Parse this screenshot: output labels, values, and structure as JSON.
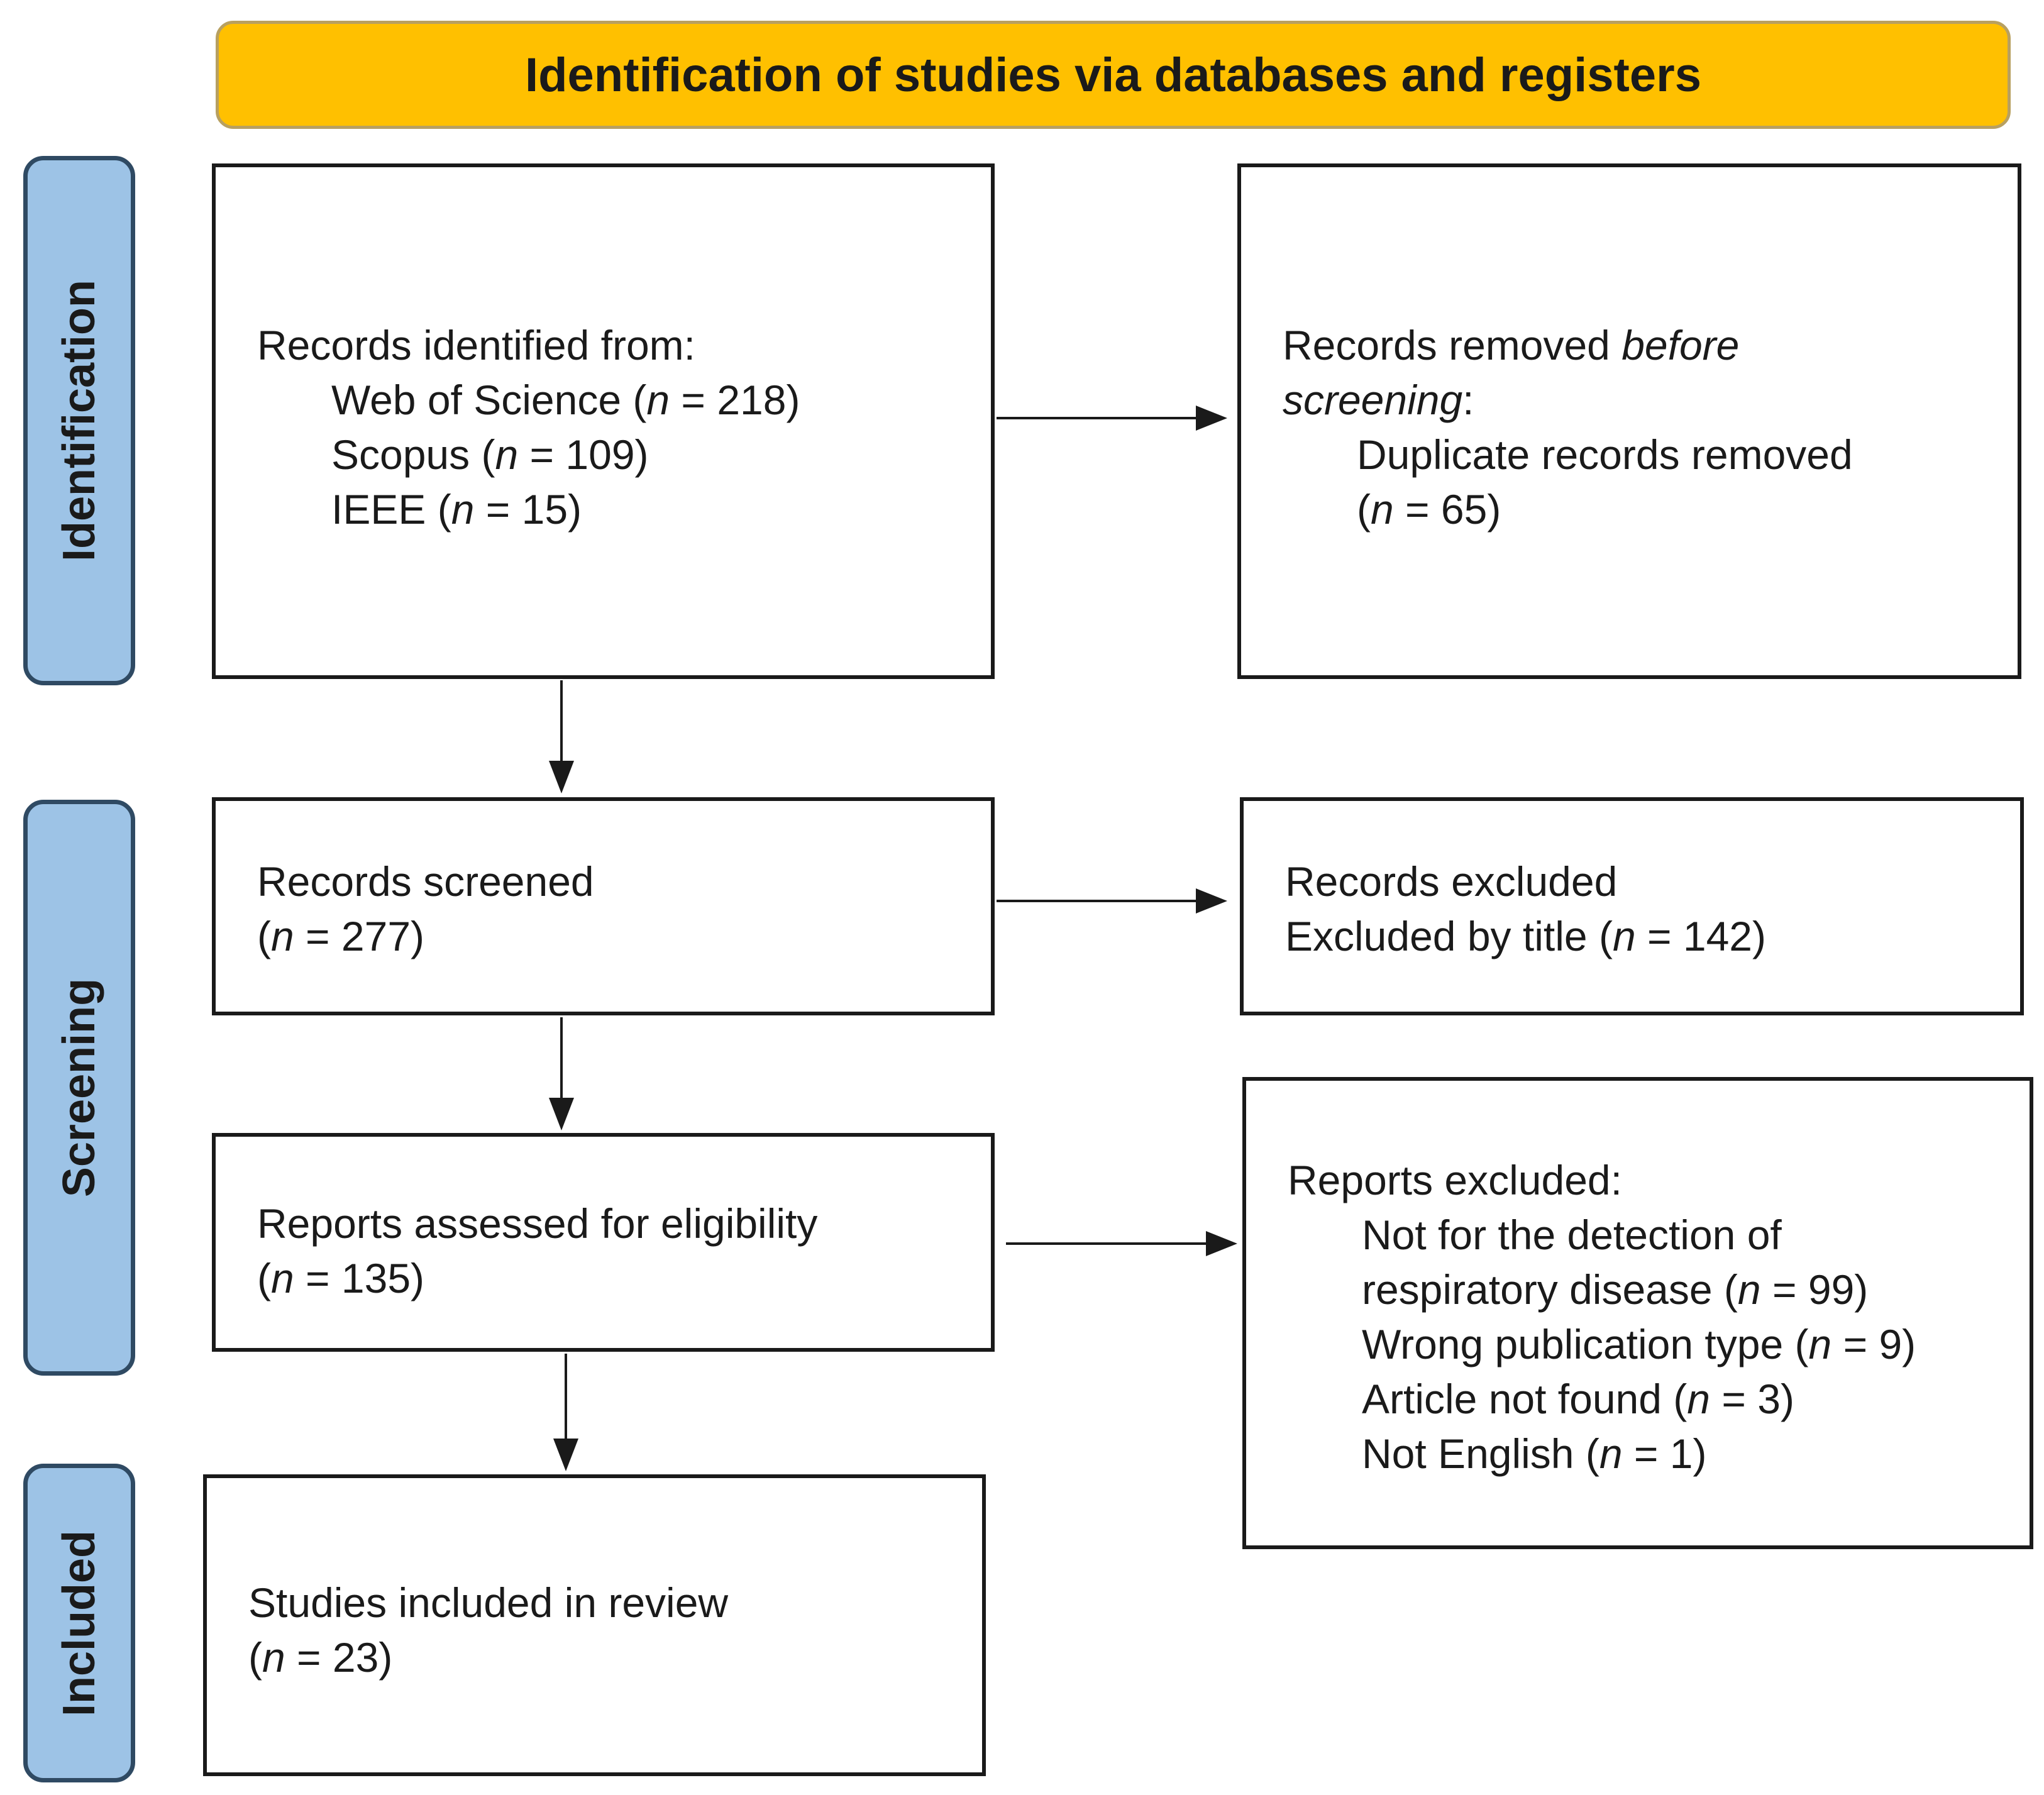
{
  "header": {
    "title": "Identification of studies via databases and registers"
  },
  "phases": {
    "identification": "Identification",
    "screening": "Screening",
    "included": "Included"
  },
  "n_label": "n",
  "identified": {
    "heading": "Records identified from:",
    "sources": [
      {
        "name": "Web of Science",
        "n": "218"
      },
      {
        "name": "Scopus",
        "n": "109"
      },
      {
        "name": "IEEE",
        "n": "15"
      }
    ]
  },
  "removed": {
    "heading_prefix": "Records removed ",
    "heading_emph": "before",
    "heading_emph2": "screening",
    "heading_suffix": ":",
    "item": "Duplicate records removed",
    "n": "65"
  },
  "screened": {
    "heading": "Records screened",
    "n": "277"
  },
  "excluded": {
    "heading": "Records excluded",
    "item": "Excluded by title",
    "n": "142"
  },
  "assessed": {
    "heading": "Reports assessed for eligibility",
    "n": "135"
  },
  "reports_excluded": {
    "heading": "Reports excluded:",
    "items": [
      {
        "line1": "Not for the detection of",
        "line2": "respiratory disease",
        "n": "99"
      },
      {
        "line1": "Wrong publication type",
        "n": "9"
      },
      {
        "line1": "Article not found",
        "n": "3"
      },
      {
        "line1": "Not English",
        "n": "1"
      }
    ]
  },
  "included": {
    "heading": "Studies included in review",
    "n": "23"
  }
}
